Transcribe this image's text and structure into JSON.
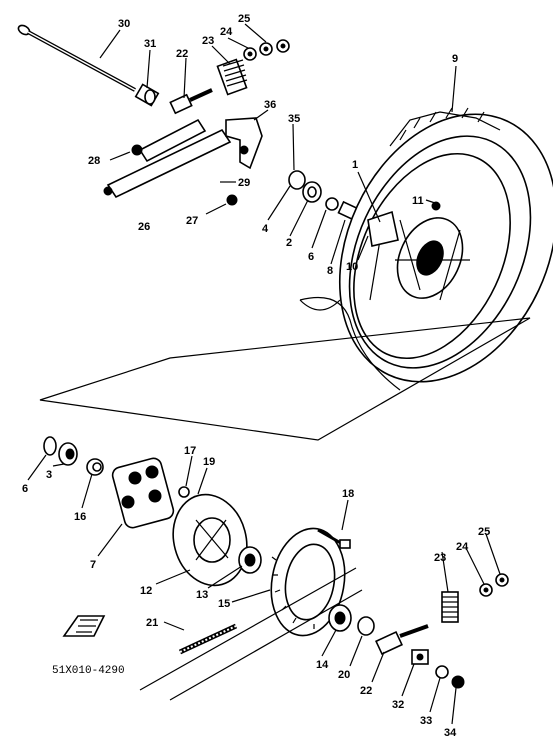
{
  "diagram": {
    "part_code": "51X010-4290",
    "callouts": {
      "n30": "30",
      "n31": "31",
      "n22a": "22",
      "n23a": "23",
      "n24a": "24",
      "n25a": "25",
      "n9": "9",
      "n36": "36",
      "n35": "35",
      "n28": "28",
      "n29": "29",
      "n26": "26",
      "n27": "27",
      "n4a": "4",
      "n2a": "2",
      "n6a": "6",
      "n8a": "8",
      "n1": "1",
      "n10": "10",
      "n11": "11",
      "n6b": "6",
      "n3": "3",
      "n16": "16",
      "n7": "7",
      "n17": "17",
      "n19": "19",
      "n18": "18",
      "n12": "12",
      "n13": "13",
      "n15": "15",
      "n21": "21",
      "n14": "14",
      "n20": "20",
      "n22b": "22",
      "n23b": "23",
      "n24b": "24",
      "n25b": "25",
      "n32": "32",
      "n33": "33",
      "n34": "34"
    }
  }
}
